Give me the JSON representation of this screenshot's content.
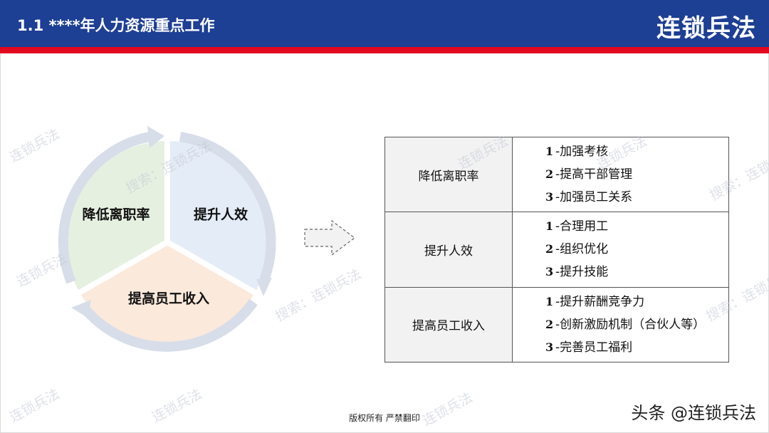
{
  "header": {
    "title": "1.1  ****年人力资源重点工作",
    "brand": "连锁兵法",
    "colors": {
      "bar": "#1d3f94",
      "stripe": "#e2081f"
    }
  },
  "cycle": {
    "segments": [
      {
        "label": "降低离职率",
        "color": "#e6f0e1"
      },
      {
        "label": "提升人效",
        "color": "#e4ecf7"
      },
      {
        "label": "提高员工收入",
        "color": "#fbe9dc"
      }
    ],
    "ring_color": "#d7dde9"
  },
  "table": {
    "rows": [
      {
        "goal": "降低离职率",
        "measures": [
          {
            "num": "1",
            "text": "-加强考核"
          },
          {
            "num": "2",
            "text": "-提高干部管理"
          },
          {
            "num": "3",
            "text": "-加强员工关系"
          }
        ]
      },
      {
        "goal": "提升人效",
        "measures": [
          {
            "num": "1",
            "text": "-合理用工"
          },
          {
            "num": "2",
            "text": "-组织优化"
          },
          {
            "num": "3",
            "text": "-提升技能"
          }
        ]
      },
      {
        "goal": "提高员工收入",
        "measures": [
          {
            "num": "1",
            "text": "-提升薪酬竞争力"
          },
          {
            "num": "2",
            "text": "-创新激励机制（合伙人等）"
          },
          {
            "num": "3",
            "text": "-完善员工福利"
          }
        ]
      }
    ]
  },
  "watermarks": {
    "brand": "连锁兵法",
    "search": "搜索：连锁兵法"
  },
  "footer": {
    "copyright": "版权所有  严禁翻印",
    "credit": "头条 @连锁兵法"
  }
}
